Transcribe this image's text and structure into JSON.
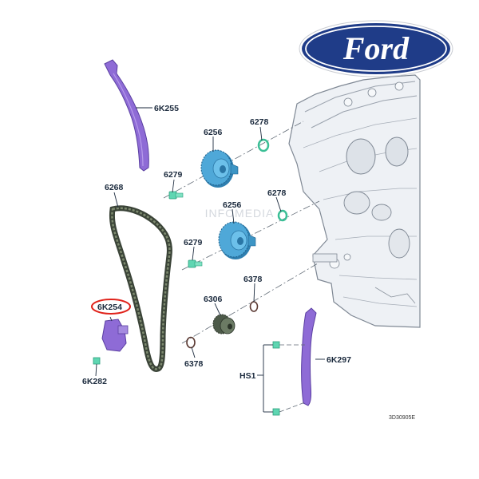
{
  "brand": {
    "name": "Ford",
    "oval_color": "#1f3c88",
    "text_color": "#ffffff"
  },
  "watermark": "INFOMEDIA",
  "drawing_code": "3D30905E",
  "colors": {
    "guide": "#8e6bd6",
    "sprocket": "#4fa8d8",
    "bolt": "#5fd6b2",
    "chain": "#4a5548",
    "engine": "#eef1f5",
    "highlight": "#e0231b"
  },
  "parts": [
    {
      "id": "chain-guide-left",
      "code": "6K255",
      "icon": "chain-guide"
    },
    {
      "id": "camshaft-sprocket",
      "code": "6256",
      "icon": "sprocket"
    },
    {
      "id": "sprocket-bolt",
      "code": "6279",
      "icon": "bolt"
    },
    {
      "id": "oil-seal",
      "code": "6278",
      "icon": "o-ring"
    },
    {
      "id": "timing-chain",
      "code": "6268",
      "icon": "chain"
    },
    {
      "id": "chain-tensioner",
      "code": "6K254",
      "icon": "tensioner",
      "highlighted": true
    },
    {
      "id": "crankshaft-sprocket",
      "code": "6306",
      "icon": "sprocket"
    },
    {
      "id": "crank-o-ring",
      "code": "6378",
      "icon": "o-ring"
    },
    {
      "id": "tensioner-bolt",
      "code": "6K282",
      "icon": "bolt"
    },
    {
      "id": "chain-guide-right",
      "code": "6K297",
      "icon": "chain-guide"
    },
    {
      "id": "guide-bolts",
      "code": "HS1",
      "icon": "bolt"
    }
  ],
  "labels": {
    "guide_left": "6K255",
    "cam_sprocket_top": "6256",
    "cam_sprocket_mid": "6256",
    "seal_top": "6278",
    "seal_mid": "6278",
    "bolt_top": "6279",
    "bolt_mid": "6279",
    "chain": "6268",
    "tensioner": "6K254",
    "crank_sprocket": "6306",
    "oring_right": "6378",
    "oring_left": "6378",
    "tensioner_bolt": "6K282",
    "guide_right": "6K297",
    "guide_bolts": "HS1"
  }
}
